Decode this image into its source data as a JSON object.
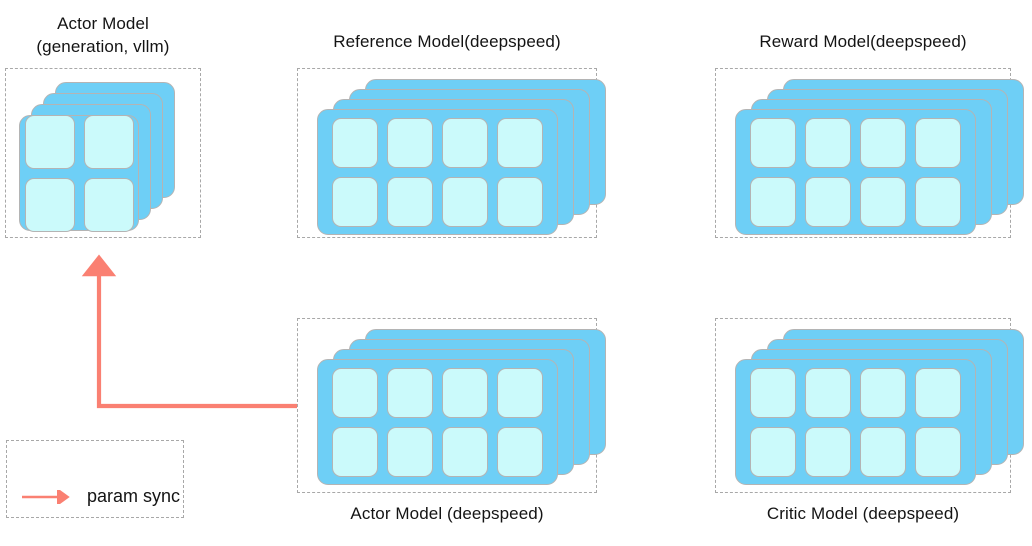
{
  "diagram": {
    "title_hidden": "",
    "accent_color": "#fa8072",
    "card_color": "#6ecff6",
    "chip_color": "#cbfafb",
    "border_color": "#b4b4b4",
    "box_border_color": "#a8a8a8"
  },
  "groups": [
    {
      "id": "actor-vllm",
      "title": "Actor Model\n(generation, vllm)",
      "title_position": "top",
      "layers": 4,
      "chips_cols": 2,
      "chips_rows": 2,
      "chips": [
        "",
        "",
        "",
        ""
      ]
    },
    {
      "id": "reference",
      "title": "Reference Model(deepspeed)",
      "title_position": "top",
      "layers": 4,
      "chips_cols": 4,
      "chips_rows": 2,
      "chips": [
        "",
        "",
        "",
        "",
        "",
        "",
        "",
        ""
      ]
    },
    {
      "id": "reward",
      "title": "Reward Model(deepspeed)",
      "title_position": "top",
      "layers": 4,
      "chips_cols": 4,
      "chips_rows": 2,
      "chips": [
        "",
        "",
        "",
        "",
        "",
        "",
        "",
        ""
      ]
    },
    {
      "id": "actor-deepspeed",
      "title": "Actor Model (deepspeed)",
      "title_position": "bottom",
      "layers": 4,
      "chips_cols": 4,
      "chips_rows": 2,
      "chips": [
        "",
        "",
        "",
        "",
        "",
        "",
        "",
        ""
      ]
    },
    {
      "id": "critic",
      "title": "Critic Model (deepspeed)",
      "title_position": "bottom",
      "layers": 4,
      "chips_cols": 4,
      "chips_rows": 2,
      "chips": [
        "",
        "",
        "",
        "",
        "",
        "",
        "",
        ""
      ]
    }
  ],
  "legend": {
    "label": "param sync",
    "arrow_color": "#fa8072",
    "arrow_icon": "arrow-right-icon"
  },
  "connector": {
    "name": "param-sync-arrow",
    "from": "actor-deepspeed",
    "to": "actor-vllm",
    "color": "#fa8072"
  }
}
